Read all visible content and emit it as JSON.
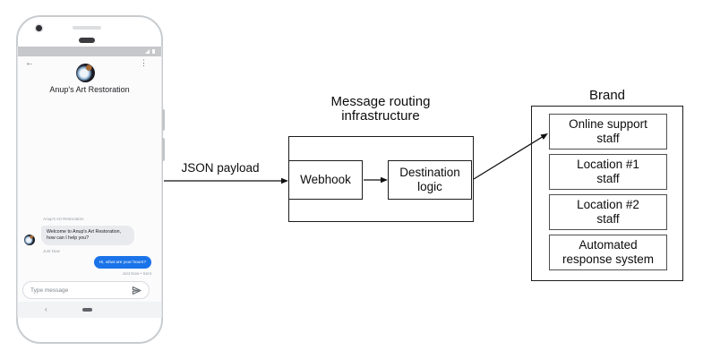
{
  "phone": {
    "status": {
      "signal_icon": "signal-triangle-icon",
      "battery_icon": "battery-icon"
    },
    "header": {
      "back_glyph": "←",
      "menu_glyph": "⋮",
      "title": "Anup's Art Restoration"
    },
    "chat": {
      "sender_label": "Anup's Art Restoration",
      "incoming_message": "Welcome to Anup's Art Restoration, how can I help you?",
      "incoming_timestamp": "Just Now",
      "outgoing_message": "Hi, what are your hours?",
      "outgoing_timestamp": "Just Now • Sent"
    },
    "composer": {
      "placeholder": "Type message",
      "send_icon": "send-icon"
    },
    "nav": {
      "back_glyph": "‹",
      "home_icon": "home-pill-icon"
    }
  },
  "diagram": {
    "payload_label": "JSON payload",
    "routing": {
      "title": "Message routing\ninfrastructure",
      "webhook_label": "Webhook",
      "destination_label": "Destination\nlogic"
    },
    "brand": {
      "title": "Brand",
      "items": [
        "Online support\nstaff",
        "Location #1\nstaff",
        "Location #2\nstaff",
        "Automated\nresponse system"
      ]
    }
  },
  "colors": {
    "outgoing_bubble": "#1a73e8",
    "incoming_bubble": "#e9eaed",
    "status_bar": "#c6c8ca",
    "diagram_stroke": "#1c1c1c"
  }
}
